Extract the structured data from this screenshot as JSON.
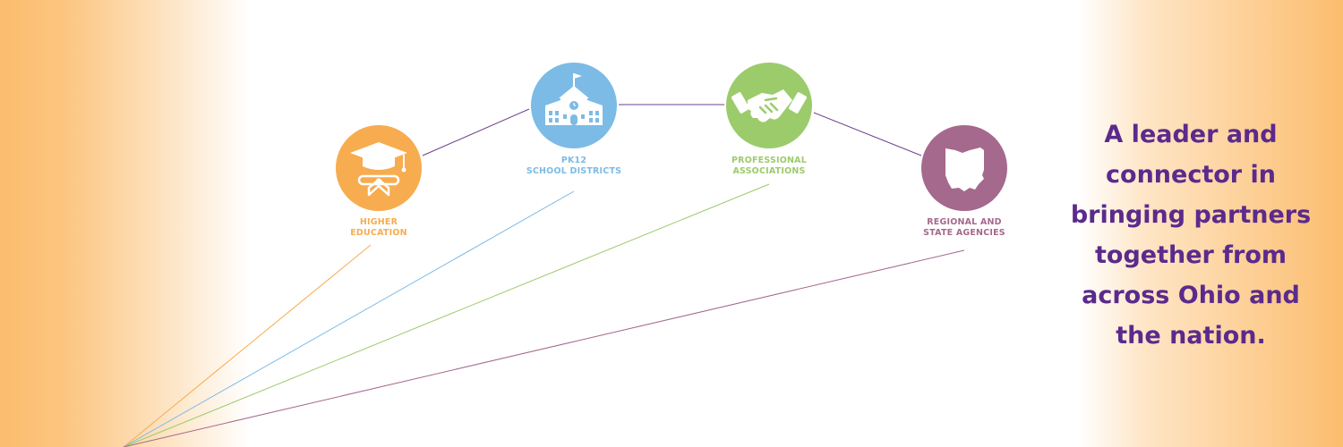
{
  "colors": {
    "higher_education": "#f7ac4f",
    "pk12": "#7cbbe6",
    "professional": "#9ccb6c",
    "regional": "#a5698d",
    "tagline": "#5b2a8c",
    "top_link": "#6e3f8c"
  },
  "nodes": [
    {
      "id": "higher-education",
      "icon": "graduation-cap-diploma-icon",
      "label_lines": [
        "HIGHER",
        "EDUCATION"
      ]
    },
    {
      "id": "pk12",
      "icon": "schoolhouse-icon",
      "label_lines": [
        "PK12",
        "SCHOOL DISTRICTS"
      ]
    },
    {
      "id": "professional",
      "icon": "handshake-icon",
      "label_lines": [
        "PROFESSIONAL",
        "ASSOCIATIONS"
      ]
    },
    {
      "id": "regional",
      "icon": "ohio-state-icon",
      "label_lines": [
        "REGIONAL AND",
        "STATE AGENCIES"
      ]
    }
  ],
  "tagline_lines": [
    "A leader and",
    "connector in",
    "bringing partners",
    "together from",
    "across Ohio and",
    "the nation."
  ]
}
